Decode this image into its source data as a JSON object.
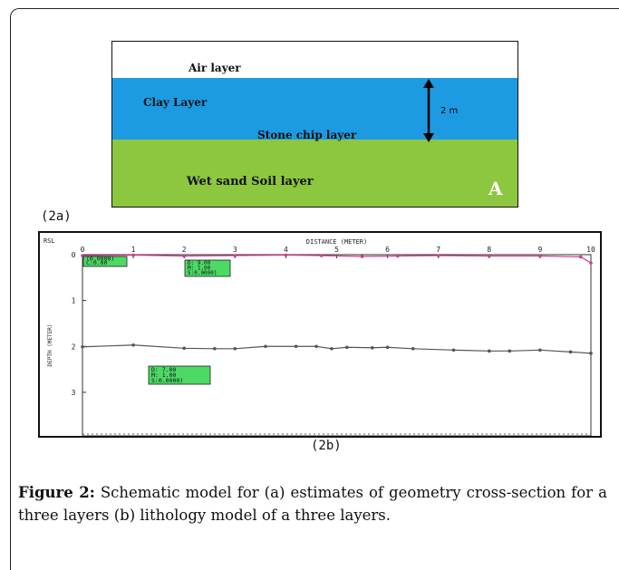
{
  "figure_2a": {
    "labels": {
      "air": "Air layer",
      "clay": "Clay Layer",
      "stone": "Stone chip layer",
      "sand": "Wet sand Soil layer",
      "thickness": "2 m",
      "panel": "A"
    },
    "colors": {
      "clay": "#1c9be3",
      "sand": "#8dc63f",
      "air": "#ffffff"
    },
    "caption": "(2a)"
  },
  "figure_2b": {
    "caption": "(2b)",
    "corner_label": "RSL",
    "chart_data": {
      "type": "line",
      "xlabel": "DISTANCE (METER)",
      "ylabel": "DEPTH (METER)",
      "x_ticks": [
        "0",
        "1",
        "2",
        "3",
        "4",
        "5",
        "6",
        "7",
        "8",
        "9",
        "10"
      ],
      "y_ticks": [
        "0",
        "1",
        "2",
        "3"
      ],
      "xlim": [
        0,
        10
      ],
      "ylim": [
        0,
        3.95
      ],
      "series": [
        {
          "color": "#d23c8c",
          "x": [
            0,
            1,
            2,
            3,
            4,
            4.7,
            5.5,
            6.2,
            7,
            8,
            9,
            9.8,
            10
          ],
          "y": [
            0.02,
            0.01,
            0.03,
            0.02,
            0.01,
            0.02,
            0.04,
            0.03,
            0.02,
            0.03,
            0.03,
            0.05,
            0.18
          ]
        },
        {
          "color": "#555555",
          "x": [
            0,
            1,
            2,
            2.6,
            3,
            3.6,
            4.2,
            4.6,
            4.9,
            5.2,
            5.7,
            6,
            6.5,
            7.3,
            8,
            8.4,
            9,
            9.6,
            10
          ],
          "y": [
            2.01,
            1.97,
            2.04,
            2.05,
            2.05,
            2.0,
            2.0,
            2.0,
            2.05,
            2.02,
            2.03,
            2.02,
            2.05,
            2.08,
            2.1,
            2.1,
            2.08,
            2.12,
            2.15
          ]
        }
      ]
    },
    "boxes": [
      {
        "lines": [
          "(0.0000)",
          "C:0.00"
        ]
      },
      {
        "lines": [
          "D:   9.00",
          "M:   1.00",
          "S:0.0000)"
        ]
      },
      {
        "lines": [
          "D:   7.00",
          "M:   1.00",
          "S:0.0000)"
        ]
      }
    ],
    "box_color": "#4cd964"
  },
  "caption": {
    "label": "Figure 2:",
    "text": " Schematic model for (a) estimates of geometry cross-section for a three layers (b) lithology model of a three layers."
  }
}
